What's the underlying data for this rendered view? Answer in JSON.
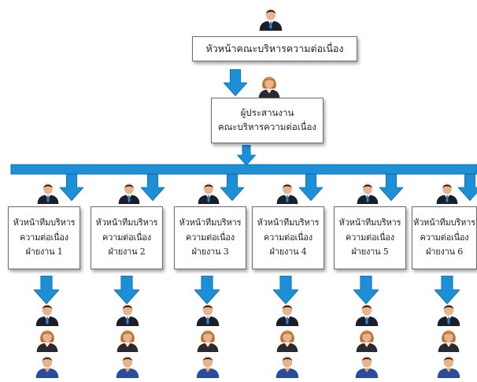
{
  "top": {
    "title": "หัวหน้าคณะบริหารความต่อเนื่อง"
  },
  "coordinator": {
    "line1": "ผู้ประสานงาน",
    "line2": "คณะบริหารความต่อเนื่อง"
  },
  "teams": [
    {
      "line1": "หัวหน้าทีมบริหาร",
      "line2": "ความต่อเนื่อง",
      "line3": "ฝ่ายงาน 1"
    },
    {
      "line1": "หัวหน้าทีมบริหาร",
      "line2": "ความต่อเนื่อง",
      "line3": "ฝ่ายงาน 2"
    },
    {
      "line1": "หัวหน้าทีมบริหาร",
      "line2": "ความต่อเนื่อง",
      "line3": "ฝ่ายงาน 3"
    },
    {
      "line1": "หัวหน้าทีมบริหาร",
      "line2": "ความต่อเนื่อง",
      "line3": "ฝ่ายงาน 4"
    },
    {
      "line1": "หัวหน้าทีมบริหาร",
      "line2": "ความต่อเนื่อง",
      "line3": "ฝ่ายงาน 5"
    },
    {
      "line1": "หัวหน้าทีมบริหาร",
      "line2": "ความต่อเนื่อง",
      "line3": "ฝ่ายงาน 6"
    }
  ],
  "colors": {
    "arrow": "#1d8fd6",
    "arrow_dark": "#0f6fb0",
    "suit": "#1b1f2a",
    "tie": "#2f86d6",
    "skin": "#e8b48c",
    "hair_dark": "#1a1a1a",
    "hair_female": "#b8722e",
    "suit_blue": "#2a4c9a",
    "shirt_orange": "#e3a35a"
  },
  "icons": {
    "person_male": "businessman-icon",
    "person_female": "businesswoman-icon",
    "person_blue": "staff-member-icon",
    "arrow": "down-arrow-icon"
  }
}
